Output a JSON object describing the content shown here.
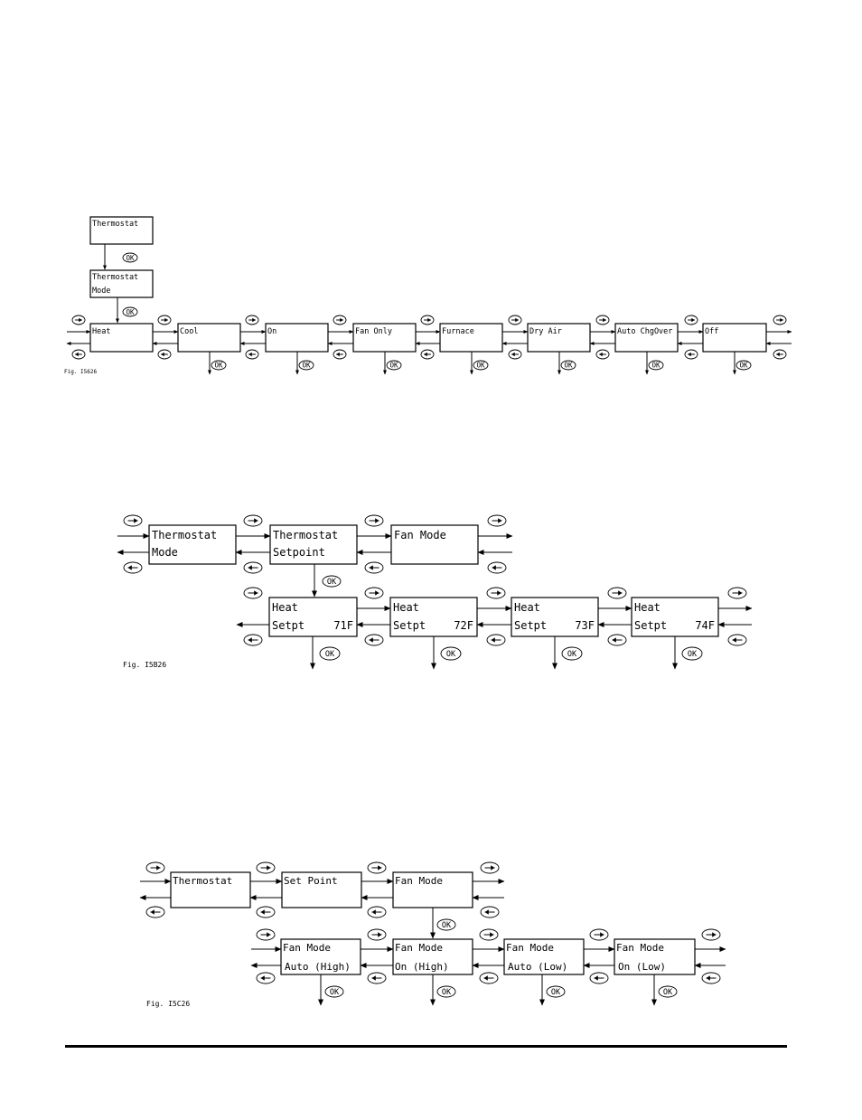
{
  "diagram1": {
    "top_boxes": [
      {
        "line1": "Thermostat",
        "line2": ""
      },
      {
        "line1": "Thermostat",
        "line2": "Mode"
      }
    ],
    "row": [
      {
        "line1": "Heat"
      },
      {
        "line1": "Cool"
      },
      {
        "line1": "On"
      },
      {
        "line1": "Fan Only"
      },
      {
        "line1": "Furnace"
      },
      {
        "line1": "Dry Air"
      },
      {
        "line1": "Auto ChgOver"
      },
      {
        "line1": "Off"
      }
    ],
    "ok_label": "OK",
    "caption": "Fig. I5626"
  },
  "diagram2": {
    "row1": [
      {
        "line1": "Thermostat",
        "line2": "Mode"
      },
      {
        "line1": "Thermostat",
        "line2": "Setpoint"
      },
      {
        "line1": "Fan Mode",
        "line2": ""
      }
    ],
    "row2": [
      {
        "line1": "Heat",
        "line2": "Setpt",
        "value": "71F"
      },
      {
        "line1": "Heat",
        "line2": "Setpt",
        "value": "72F"
      },
      {
        "line1": "Heat",
        "line2": "Setpt",
        "value": "73F"
      },
      {
        "line1": "Heat",
        "line2": "Setpt",
        "value": "74F"
      }
    ],
    "ok_label": "OK",
    "caption": "Fig. I5B26"
  },
  "diagram3": {
    "row1": [
      {
        "line1": "Thermostat",
        "line2": ""
      },
      {
        "line1": "Set Point",
        "line2": ""
      },
      {
        "line1": "Fan Mode",
        "line2": ""
      }
    ],
    "row2": [
      {
        "line1": "Fan Mode",
        "line2": "Auto (High)"
      },
      {
        "line1": "Fan Mode",
        "line2": "On (High)"
      },
      {
        "line1": "Fan Mode",
        "line2": "Auto (Low)"
      },
      {
        "line1": "Fan Mode",
        "line2": "On (Low)"
      }
    ],
    "ok_label": "OK",
    "caption": "Fig. I5C26"
  }
}
